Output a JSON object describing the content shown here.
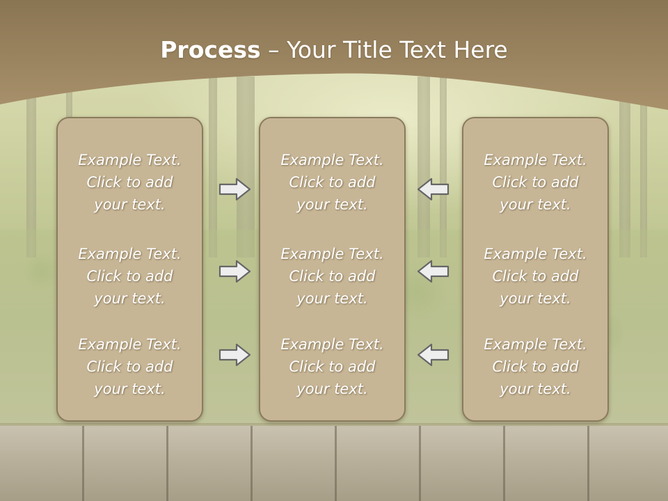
{
  "slide": {
    "title_bold": "Process",
    "title_rest": " – Your Title Text Here"
  },
  "columns": [
    {
      "items": [
        [
          "Example Text.",
          "Click  to add",
          "your text."
        ],
        [
          "Example Text.",
          "Click  to add",
          "your text."
        ],
        [
          "Example Text.",
          "Click  to add",
          "your text."
        ]
      ]
    },
    {
      "items": [
        [
          "Example Text.",
          "Click  to add",
          "your text."
        ],
        [
          "Example Text.",
          "Click  to add",
          "your text."
        ],
        [
          "Example Text.",
          "Click  to add",
          "your text."
        ]
      ]
    },
    {
      "items": [
        [
          "Example Text.",
          "Click  to add",
          "your text."
        ],
        [
          "Example Text.",
          "Click  to add",
          "your text."
        ],
        [
          "Example Text.",
          "Click  to add",
          "your text."
        ]
      ]
    }
  ],
  "arrows": {
    "left_group": [
      "right-arrow-icon",
      "right-arrow-icon",
      "right-arrow-icon"
    ],
    "right_group": [
      "left-arrow-icon",
      "left-arrow-icon",
      "left-arrow-icon"
    ]
  },
  "colors": {
    "header": "#9a8563",
    "box_fill": "#c7b696",
    "box_border": "#8b7b5e",
    "arrow_fill": "#eeeeee",
    "arrow_stroke": "#666666"
  }
}
